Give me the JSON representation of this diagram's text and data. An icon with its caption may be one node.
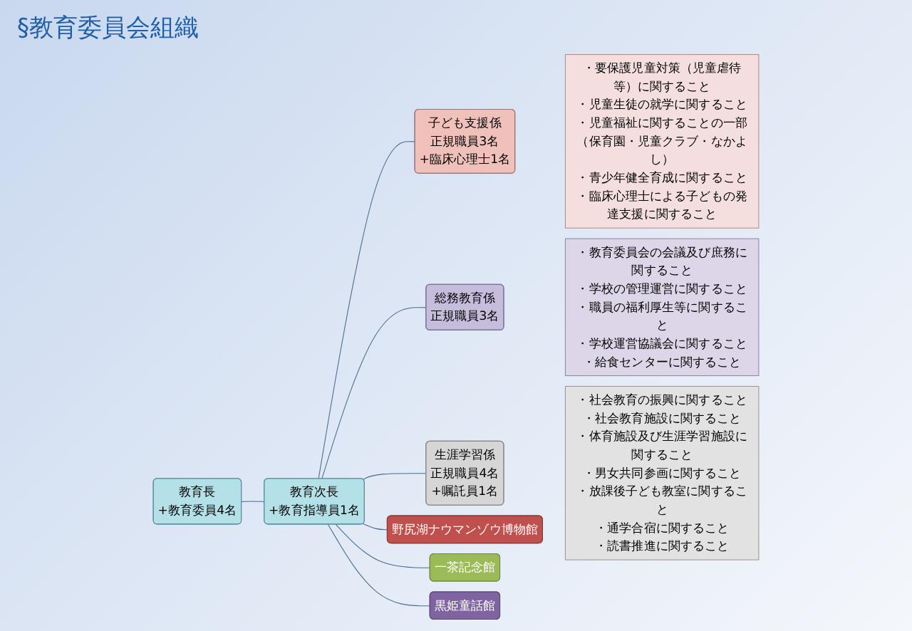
{
  "diagram": {
    "title": "§教育委員会組織",
    "nodes": [
      {
        "text": [
          "教育長",
          "+教育委員4名"
        ]
      },
      {
        "text": [
          "教育次長",
          "+教育指導員1名"
        ]
      },
      {
        "text": [
          "子ども支援係",
          "正規職員3名",
          "+臨床心理士1名"
        ]
      },
      {
        "text": [
          "・要保護児童対策（児童虐待等）に関すること",
          "・児童生徒の就学に関すること",
          "・児童福祉に関することの一部（保育園・児童クラブ・なかよし）",
          "・青少年健全育成に関すること",
          "・臨床心理士による子どもの発達支援に関すること"
        ]
      },
      {
        "text": [
          "総務教育係",
          "正規職員3名"
        ]
      },
      {
        "text": [
          "・教育委員会の会議及び庶務に関すること",
          "・学校の管理運営に関すること",
          "・職員の福利厚生等に関すること",
          "・学校運営協議会に関すること",
          "・給食センターに関すること"
        ]
      },
      {
        "text": [
          "生涯学習係",
          "正規職員4名",
          "+嘱託員1名"
        ]
      },
      {
        "text": [
          "・社会教育の振興に関すること",
          "・社会教育施設に関すること",
          "・体育施設及び生涯学習施設に関すること",
          "・男女共同参画に関すること",
          "・放課後子ども教室に関すること",
          "・通学合宿に関すること",
          "・読書推進に関すること"
        ]
      },
      {
        "text": [
          "野尻湖ナウマンゾウ博物館"
        ]
      },
      {
        "text": [
          "一茶記念館"
        ]
      },
      {
        "text": [
          "黒姫童話館"
        ]
      }
    ],
    "edges": [
      {
        "from": 0,
        "to": 1,
        "arrow": "none"
      },
      {
        "from": 1,
        "to": 2,
        "arrow": "none"
      },
      {
        "from": 1,
        "to": 4,
        "arrow": "none"
      },
      {
        "from": 1,
        "to": 6,
        "arrow": "none"
      },
      {
        "from": 1,
        "to": 8,
        "arrow": "none"
      },
      {
        "from": 1,
        "to": 9,
        "arrow": "none"
      },
      {
        "from": 1,
        "to": 10,
        "arrow": "none"
      }
    ]
  }
}
